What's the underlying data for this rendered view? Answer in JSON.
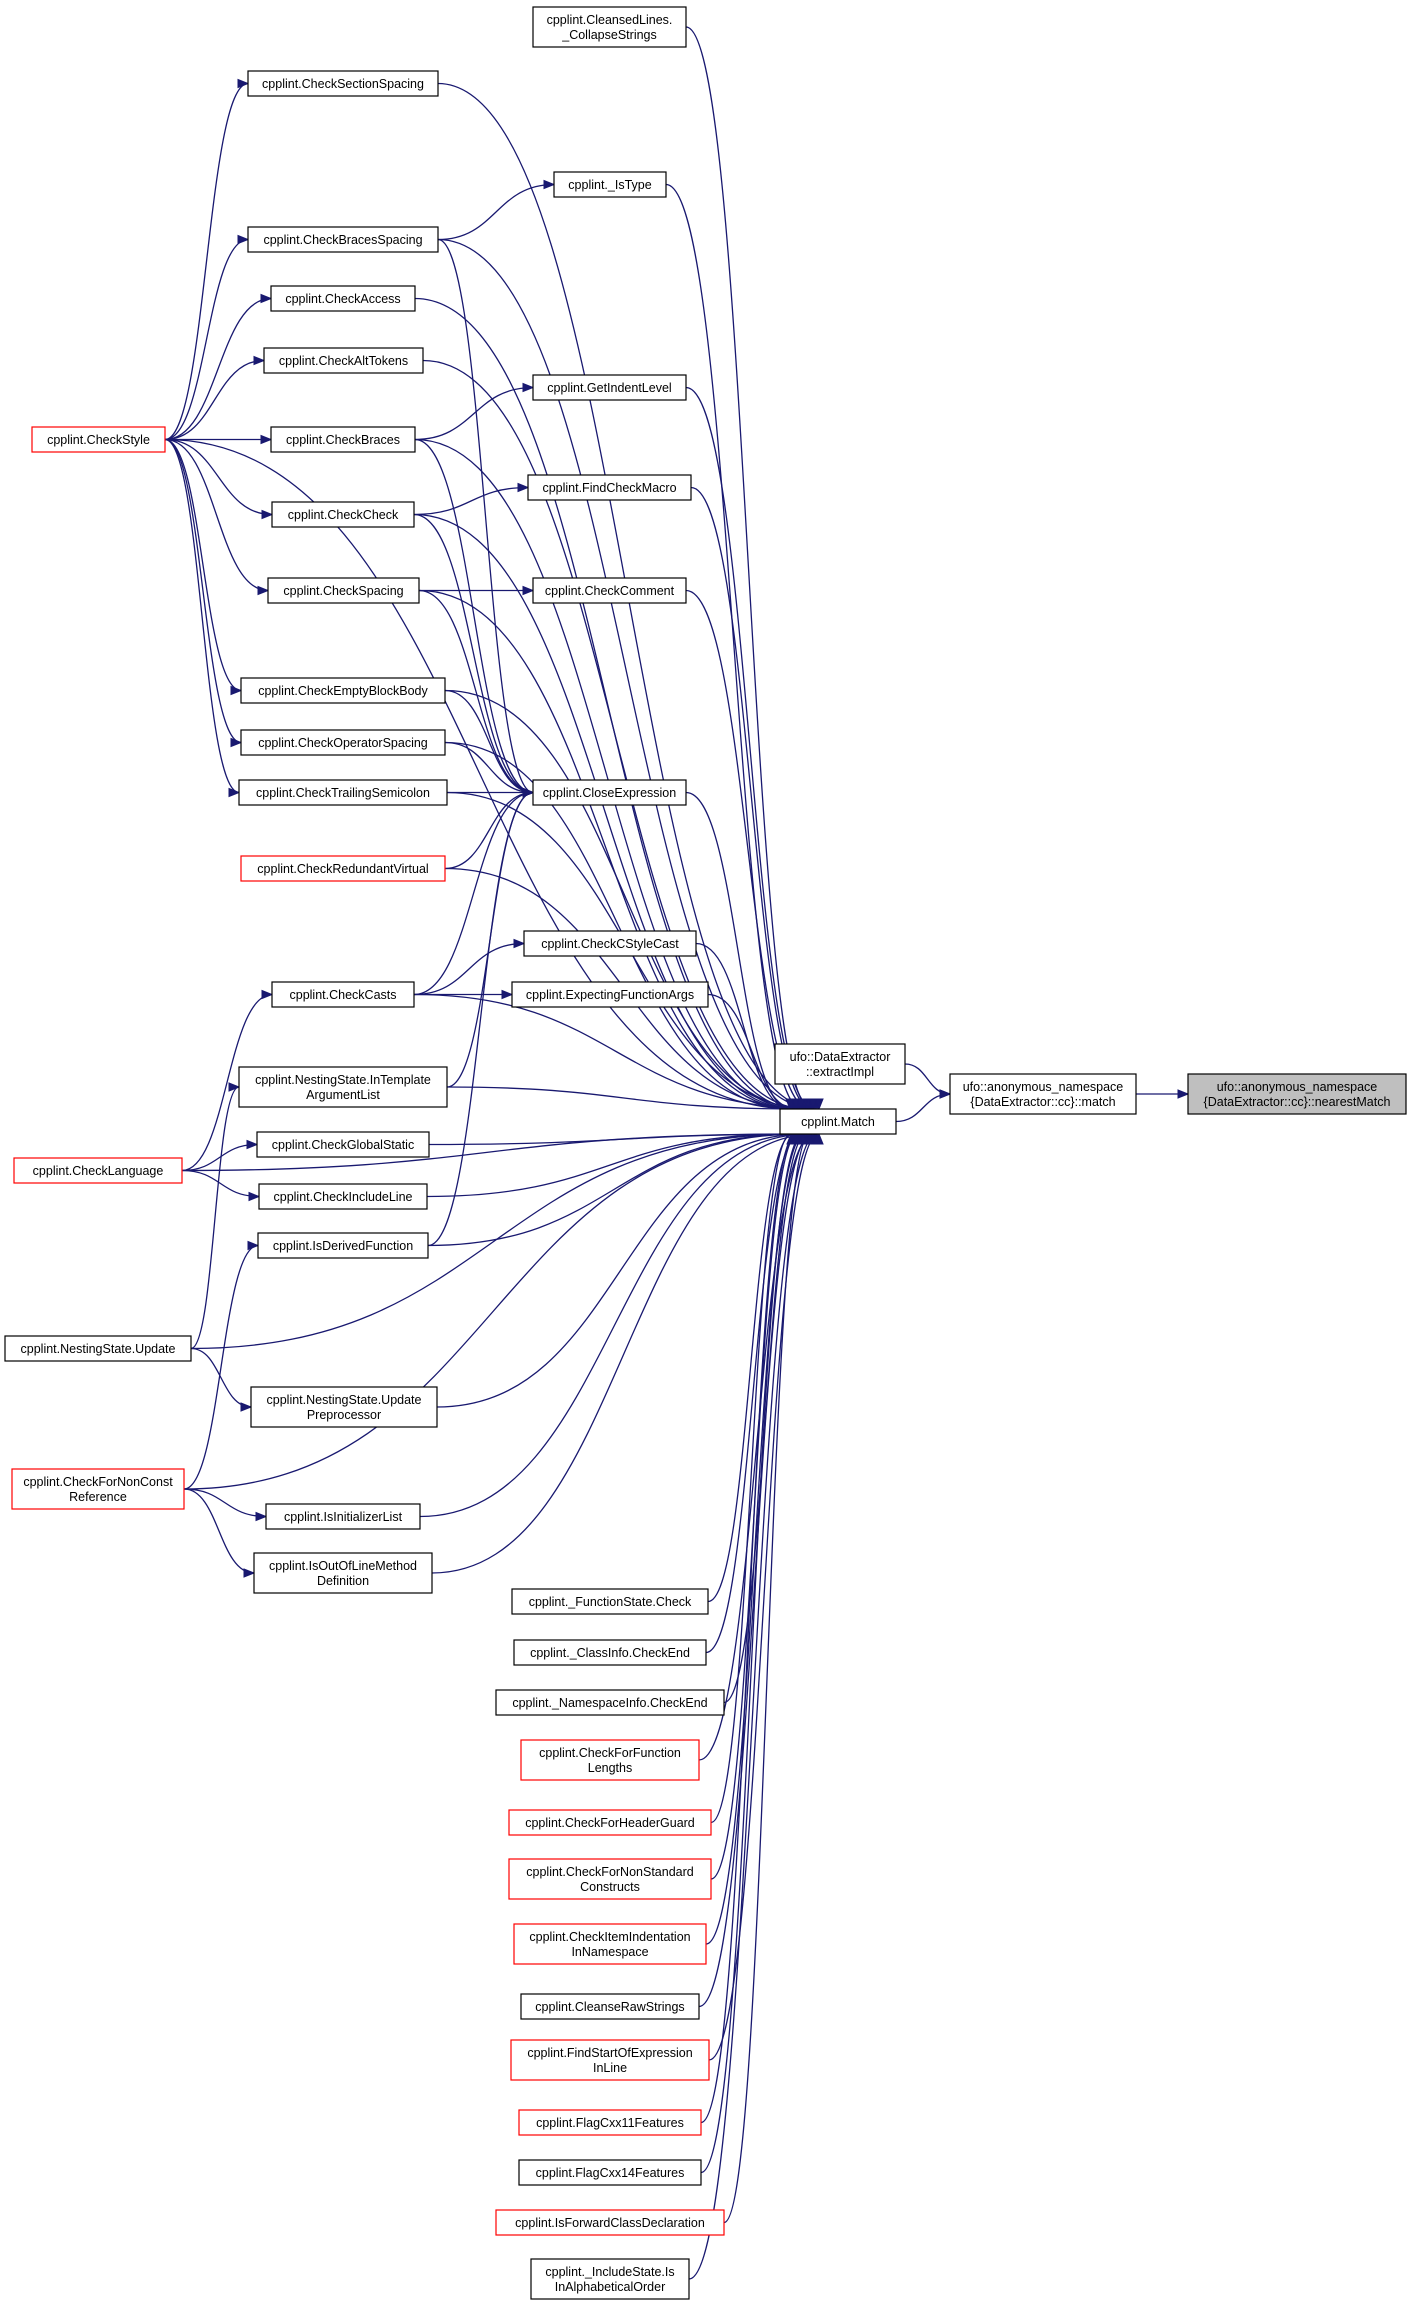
{
  "graph": {
    "edge_color": "#191970",
    "node_border_color": "#000000",
    "highlight_border_color": "#ff0000",
    "root_fill_color": "#bfbfbf",
    "nodes": [
      {
        "id": "nearestMatch",
        "lines": [
          "ufo::anonymous_namespace",
          "{DataExtractor::cc}::nearestMatch"
        ],
        "style": "grey"
      },
      {
        "id": "match",
        "lines": [
          "ufo::anonymous_namespace",
          "{DataExtractor::cc}::match"
        ],
        "style": "black"
      },
      {
        "id": "extractImpl",
        "lines": [
          "ufo::DataExtractor",
          "::extractImpl"
        ],
        "style": "black"
      },
      {
        "id": "Match",
        "lines": [
          "cpplint.Match"
        ],
        "style": "black"
      },
      {
        "id": "CollapseStrings",
        "lines": [
          "cpplint.CleansedLines.",
          "_CollapseStrings"
        ],
        "style": "black"
      },
      {
        "id": "CheckSectionSpacing",
        "lines": [
          "cpplint.CheckSectionSpacing"
        ],
        "style": "black"
      },
      {
        "id": "IsType",
        "lines": [
          "cpplint._IsType"
        ],
        "style": "black"
      },
      {
        "id": "CheckBracesSpacing",
        "lines": [
          "cpplint.CheckBracesSpacing"
        ],
        "style": "black"
      },
      {
        "id": "CheckAccess",
        "lines": [
          "cpplint.CheckAccess"
        ],
        "style": "black"
      },
      {
        "id": "CheckAltTokens",
        "lines": [
          "cpplint.CheckAltTokens"
        ],
        "style": "black"
      },
      {
        "id": "GetIndentLevel",
        "lines": [
          "cpplint.GetIndentLevel"
        ],
        "style": "black"
      },
      {
        "id": "CheckStyle",
        "lines": [
          "cpplint.CheckStyle"
        ],
        "style": "red"
      },
      {
        "id": "CheckBraces",
        "lines": [
          "cpplint.CheckBraces"
        ],
        "style": "black"
      },
      {
        "id": "FindCheckMacro",
        "lines": [
          "cpplint.FindCheckMacro"
        ],
        "style": "black"
      },
      {
        "id": "CheckCheck",
        "lines": [
          "cpplint.CheckCheck"
        ],
        "style": "black"
      },
      {
        "id": "CheckComment",
        "lines": [
          "cpplint.CheckComment"
        ],
        "style": "black"
      },
      {
        "id": "CheckSpacing",
        "lines": [
          "cpplint.CheckSpacing"
        ],
        "style": "black"
      },
      {
        "id": "CheckEmptyBlockBody",
        "lines": [
          "cpplint.CheckEmptyBlockBody"
        ],
        "style": "black"
      },
      {
        "id": "CheckOperatorSpacing",
        "lines": [
          "cpplint.CheckOperatorSpacing"
        ],
        "style": "black"
      },
      {
        "id": "CloseExpression",
        "lines": [
          "cpplint.CloseExpression"
        ],
        "style": "black"
      },
      {
        "id": "CheckTrailingSemicolon",
        "lines": [
          "cpplint.CheckTrailingSemicolon"
        ],
        "style": "black"
      },
      {
        "id": "CheckRedundantVirtual",
        "lines": [
          "cpplint.CheckRedundantVirtual"
        ],
        "style": "red"
      },
      {
        "id": "CheckCStyleCast",
        "lines": [
          "cpplint.CheckCStyleCast"
        ],
        "style": "black"
      },
      {
        "id": "CheckCasts",
        "lines": [
          "cpplint.CheckCasts"
        ],
        "style": "black"
      },
      {
        "id": "ExpectingFunctionArgs",
        "lines": [
          "cpplint.ExpectingFunctionArgs"
        ],
        "style": "black"
      },
      {
        "id": "InTemplateArgumentList",
        "lines": [
          "cpplint.NestingState.InTemplate",
          "ArgumentList"
        ],
        "style": "black"
      },
      {
        "id": "CheckGlobalStatic",
        "lines": [
          "cpplint.CheckGlobalStatic"
        ],
        "style": "black"
      },
      {
        "id": "CheckLanguage",
        "lines": [
          "cpplint.CheckLanguage"
        ],
        "style": "red"
      },
      {
        "id": "CheckIncludeLine",
        "lines": [
          "cpplint.CheckIncludeLine"
        ],
        "style": "black"
      },
      {
        "id": "IsDerivedFunction",
        "lines": [
          "cpplint.IsDerivedFunction"
        ],
        "style": "black"
      },
      {
        "id": "NestingUpdate",
        "lines": [
          "cpplint.NestingState.Update"
        ],
        "style": "black"
      },
      {
        "id": "UpdatePreprocessor",
        "lines": [
          "cpplint.NestingState.Update",
          "Preprocessor"
        ],
        "style": "black"
      },
      {
        "id": "CheckForNonConstReference",
        "lines": [
          "cpplint.CheckForNonConst",
          "Reference"
        ],
        "style": "red"
      },
      {
        "id": "IsInitializerList",
        "lines": [
          "cpplint.IsInitializerList"
        ],
        "style": "black"
      },
      {
        "id": "IsOutOfLineMethodDefinition",
        "lines": [
          "cpplint.IsOutOfLineMethod",
          "Definition"
        ],
        "style": "black"
      },
      {
        "id": "FunctionStateCheck",
        "lines": [
          "cpplint._FunctionState.Check"
        ],
        "style": "black"
      },
      {
        "id": "ClassInfoCheckEnd",
        "lines": [
          "cpplint._ClassInfo.CheckEnd"
        ],
        "style": "black"
      },
      {
        "id": "NamespaceInfoCheckEnd",
        "lines": [
          "cpplint._NamespaceInfo.CheckEnd"
        ],
        "style": "black"
      },
      {
        "id": "CheckForFunctionLengths",
        "lines": [
          "cpplint.CheckForFunction",
          "Lengths"
        ],
        "style": "red"
      },
      {
        "id": "CheckForHeaderGuard",
        "lines": [
          "cpplint.CheckForHeaderGuard"
        ],
        "style": "red"
      },
      {
        "id": "CheckForNonStandardConstructs",
        "lines": [
          "cpplint.CheckForNonStandard",
          "Constructs"
        ],
        "style": "red"
      },
      {
        "id": "CheckItemIndentationInNamespace",
        "lines": [
          "cpplint.CheckItemIndentation",
          "InNamespace"
        ],
        "style": "red"
      },
      {
        "id": "CleanseRawStrings",
        "lines": [
          "cpplint.CleanseRawStrings"
        ],
        "style": "black"
      },
      {
        "id": "FindStartOfExpressionInLine",
        "lines": [
          "cpplint.FindStartOfExpression",
          "InLine"
        ],
        "style": "red"
      },
      {
        "id": "FlagCxx11Features",
        "lines": [
          "cpplint.FlagCxx11Features"
        ],
        "style": "red"
      },
      {
        "id": "FlagCxx14Features",
        "lines": [
          "cpplint.FlagCxx14Features"
        ],
        "style": "black"
      },
      {
        "id": "IsForwardClassDeclaration",
        "lines": [
          "cpplint.IsForwardClassDeclaration"
        ],
        "style": "red"
      },
      {
        "id": "IsInAlphabeticalOrder",
        "lines": [
          "cpplint._IncludeState.Is",
          "InAlphabeticalOrder"
        ],
        "style": "black"
      }
    ],
    "edges": [
      [
        "match",
        "nearestMatch"
      ],
      [
        "extractImpl",
        "match"
      ],
      [
        "Match",
        "match"
      ],
      [
        "CollapseStrings",
        "Match"
      ],
      [
        "CheckSectionSpacing",
        "Match"
      ],
      [
        "CheckStyle",
        "Match"
      ],
      [
        "IsType",
        "Match"
      ],
      [
        "CheckBracesSpacing",
        "IsType"
      ],
      [
        "CheckBracesSpacing",
        "Match"
      ],
      [
        "CheckBracesSpacing",
        "CloseExpression"
      ],
      [
        "CheckAccess",
        "Match"
      ],
      [
        "CheckAltTokens",
        "Match"
      ],
      [
        "GetIndentLevel",
        "Match"
      ],
      [
        "CheckBraces",
        "GetIndentLevel"
      ],
      [
        "CheckBraces",
        "Match"
      ],
      [
        "CheckBraces",
        "CloseExpression"
      ],
      [
        "FindCheckMacro",
        "Match"
      ],
      [
        "CheckCheck",
        "FindCheckMacro"
      ],
      [
        "CheckCheck",
        "Match"
      ],
      [
        "CheckCheck",
        "CloseExpression"
      ],
      [
        "CheckComment",
        "Match"
      ],
      [
        "CheckSpacing",
        "CheckComment"
      ],
      [
        "CheckSpacing",
        "Match"
      ],
      [
        "CheckSpacing",
        "CloseExpression"
      ],
      [
        "CheckEmptyBlockBody",
        "Match"
      ],
      [
        "CheckEmptyBlockBody",
        "CloseExpression"
      ],
      [
        "CheckOperatorSpacing",
        "Match"
      ],
      [
        "CheckOperatorSpacing",
        "CloseExpression"
      ],
      [
        "CheckTrailingSemicolon",
        "CloseExpression"
      ],
      [
        "CheckTrailingSemicolon",
        "Match"
      ],
      [
        "CloseExpression",
        "Match"
      ],
      [
        "CheckRedundantVirtual",
        "CloseExpression"
      ],
      [
        "CheckRedundantVirtual",
        "Match"
      ],
      [
        "CheckStyle",
        "CheckSectionSpacing"
      ],
      [
        "CheckStyle",
        "CheckBracesSpacing"
      ],
      [
        "CheckStyle",
        "CheckAccess"
      ],
      [
        "CheckStyle",
        "CheckAltTokens"
      ],
      [
        "CheckStyle",
        "CheckBraces"
      ],
      [
        "CheckStyle",
        "CheckCheck"
      ],
      [
        "CheckStyle",
        "CheckSpacing"
      ],
      [
        "CheckStyle",
        "CheckEmptyBlockBody"
      ],
      [
        "CheckStyle",
        "CheckOperatorSpacing"
      ],
      [
        "CheckStyle",
        "CheckTrailingSemicolon"
      ],
      [
        "CheckCStyleCast",
        "Match"
      ],
      [
        "CheckCasts",
        "CheckCStyleCast"
      ],
      [
        "CheckCasts",
        "ExpectingFunctionArgs"
      ],
      [
        "CheckCasts",
        "CloseExpression"
      ],
      [
        "CheckCasts",
        "Match"
      ],
      [
        "ExpectingFunctionArgs",
        "Match"
      ],
      [
        "CheckLanguage",
        "CheckCasts"
      ],
      [
        "CheckLanguage",
        "CheckGlobalStatic"
      ],
      [
        "CheckLanguage",
        "CheckIncludeLine"
      ],
      [
        "CheckLanguage",
        "Match"
      ],
      [
        "InTemplateArgumentList",
        "Match"
      ],
      [
        "InTemplateArgumentList",
        "CloseExpression"
      ],
      [
        "CheckGlobalStatic",
        "Match"
      ],
      [
        "CheckIncludeLine",
        "Match"
      ],
      [
        "IsDerivedFunction",
        "Match"
      ],
      [
        "IsDerivedFunction",
        "CloseExpression"
      ],
      [
        "NestingUpdate",
        "InTemplateArgumentList"
      ],
      [
        "NestingUpdate",
        "UpdatePreprocessor"
      ],
      [
        "NestingUpdate",
        "Match"
      ],
      [
        "UpdatePreprocessor",
        "Match"
      ],
      [
        "CheckForNonConstReference",
        "IsDerivedFunction"
      ],
      [
        "CheckForNonConstReference",
        "IsInitializerList"
      ],
      [
        "CheckForNonConstReference",
        "IsOutOfLineMethodDefinition"
      ],
      [
        "CheckForNonConstReference",
        "Match"
      ],
      [
        "IsInitializerList",
        "Match"
      ],
      [
        "IsOutOfLineMethodDefinition",
        "Match"
      ],
      [
        "FunctionStateCheck",
        "Match"
      ],
      [
        "ClassInfoCheckEnd",
        "Match"
      ],
      [
        "NamespaceInfoCheckEnd",
        "Match"
      ],
      [
        "CheckForFunctionLengths",
        "Match"
      ],
      [
        "CheckForHeaderGuard",
        "Match"
      ],
      [
        "CheckForNonStandardConstructs",
        "Match"
      ],
      [
        "CheckItemIndentationInNamespace",
        "Match"
      ],
      [
        "CleanseRawStrings",
        "Match"
      ],
      [
        "FindStartOfExpressionInLine",
        "Match"
      ],
      [
        "FlagCxx11Features",
        "Match"
      ],
      [
        "FlagCxx14Features",
        "Match"
      ],
      [
        "IsForwardClassDeclaration",
        "Match"
      ],
      [
        "IsInAlphabeticalOrder",
        "Match"
      ]
    ]
  }
}
